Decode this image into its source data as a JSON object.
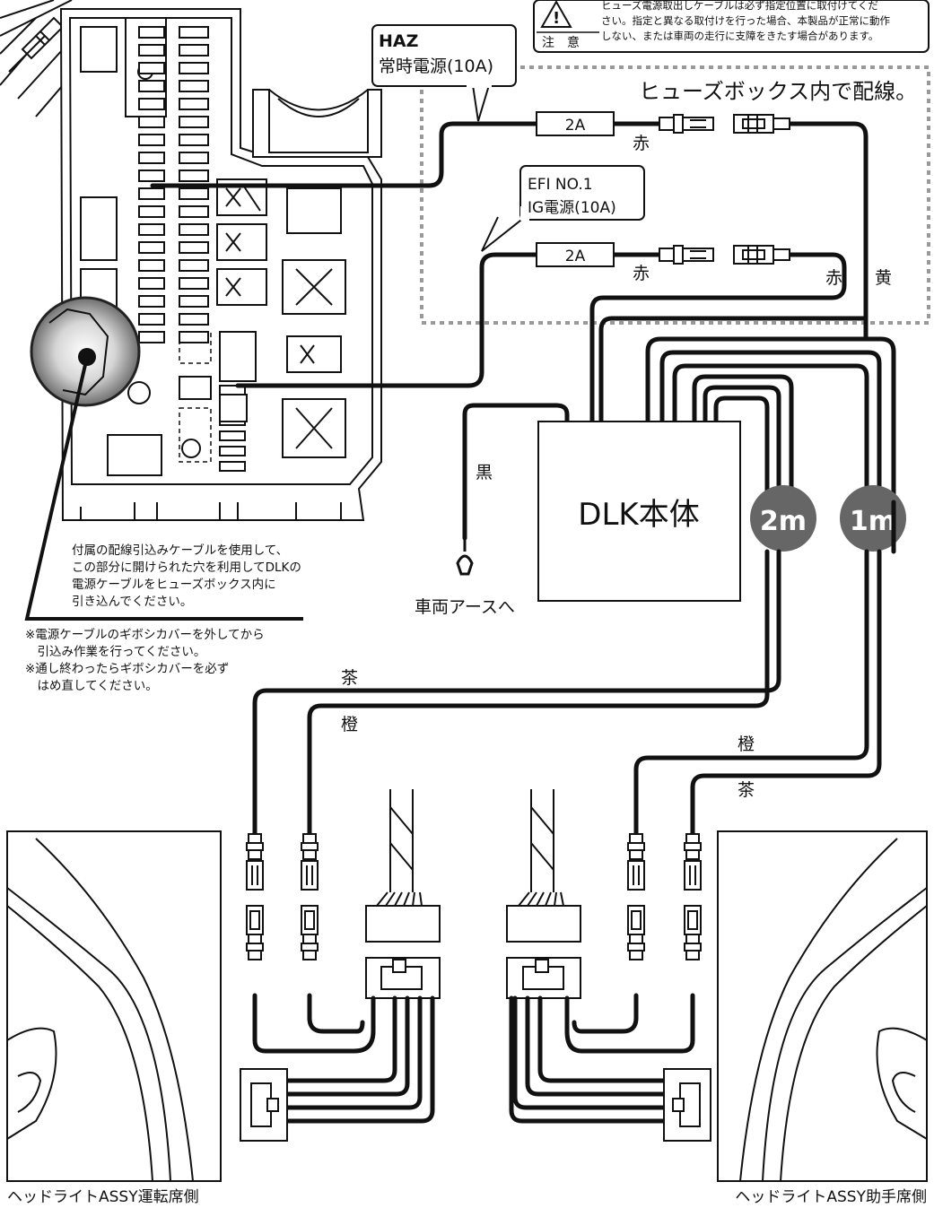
{
  "caution": {
    "label": "注　意",
    "lines": [
      "ヒューズ電源取出しケーブルは必ず指定位置に取付けてくだ",
      "さい。指定と異なる取付けを行った場合、本製品が正常に動作",
      "しない、または車両の走行に支障をきたす場合があります。"
    ]
  },
  "fuse_haz": {
    "name": "HAZ",
    "desc": "常時電源(10A)"
  },
  "fuse_efi": {
    "name": "EFI NO.1",
    "desc": "IG電源(10A)"
  },
  "fusebox_title": "ヒューズボックス内で配線。",
  "inline_fuse_1": "2A",
  "inline_fuse_2": "2A",
  "wire_colors": {
    "red_1": "赤",
    "red_2": "赤",
    "red_3": "赤",
    "yellow": "黄",
    "black": "黒",
    "brown_left": "茶",
    "orange_left": "橙",
    "orange_right": "橙",
    "brown_right": "茶"
  },
  "unit_label": "DLK本体",
  "length_badges": {
    "left": "2m",
    "right": "1m"
  },
  "ground_label": "車両アースへ",
  "instruction": [
    "付属の配線引込みケーブルを使用して、",
    "この部分に開けられた穴を利用してDLKの",
    "電源ケーブルをヒューズボックス内に",
    "引き込んでください。"
  ],
  "notes": [
    "※電源ケーブルのギボシカバーを外してから",
    "　引込み作業を行ってください。",
    "※通し終わったらギボシカバーを必ず",
    "　はめ直してください。"
  ],
  "headlight_left": "ヘッドライトASSY運転席側",
  "headlight_right": "ヘッドライトASSY助手席側"
}
